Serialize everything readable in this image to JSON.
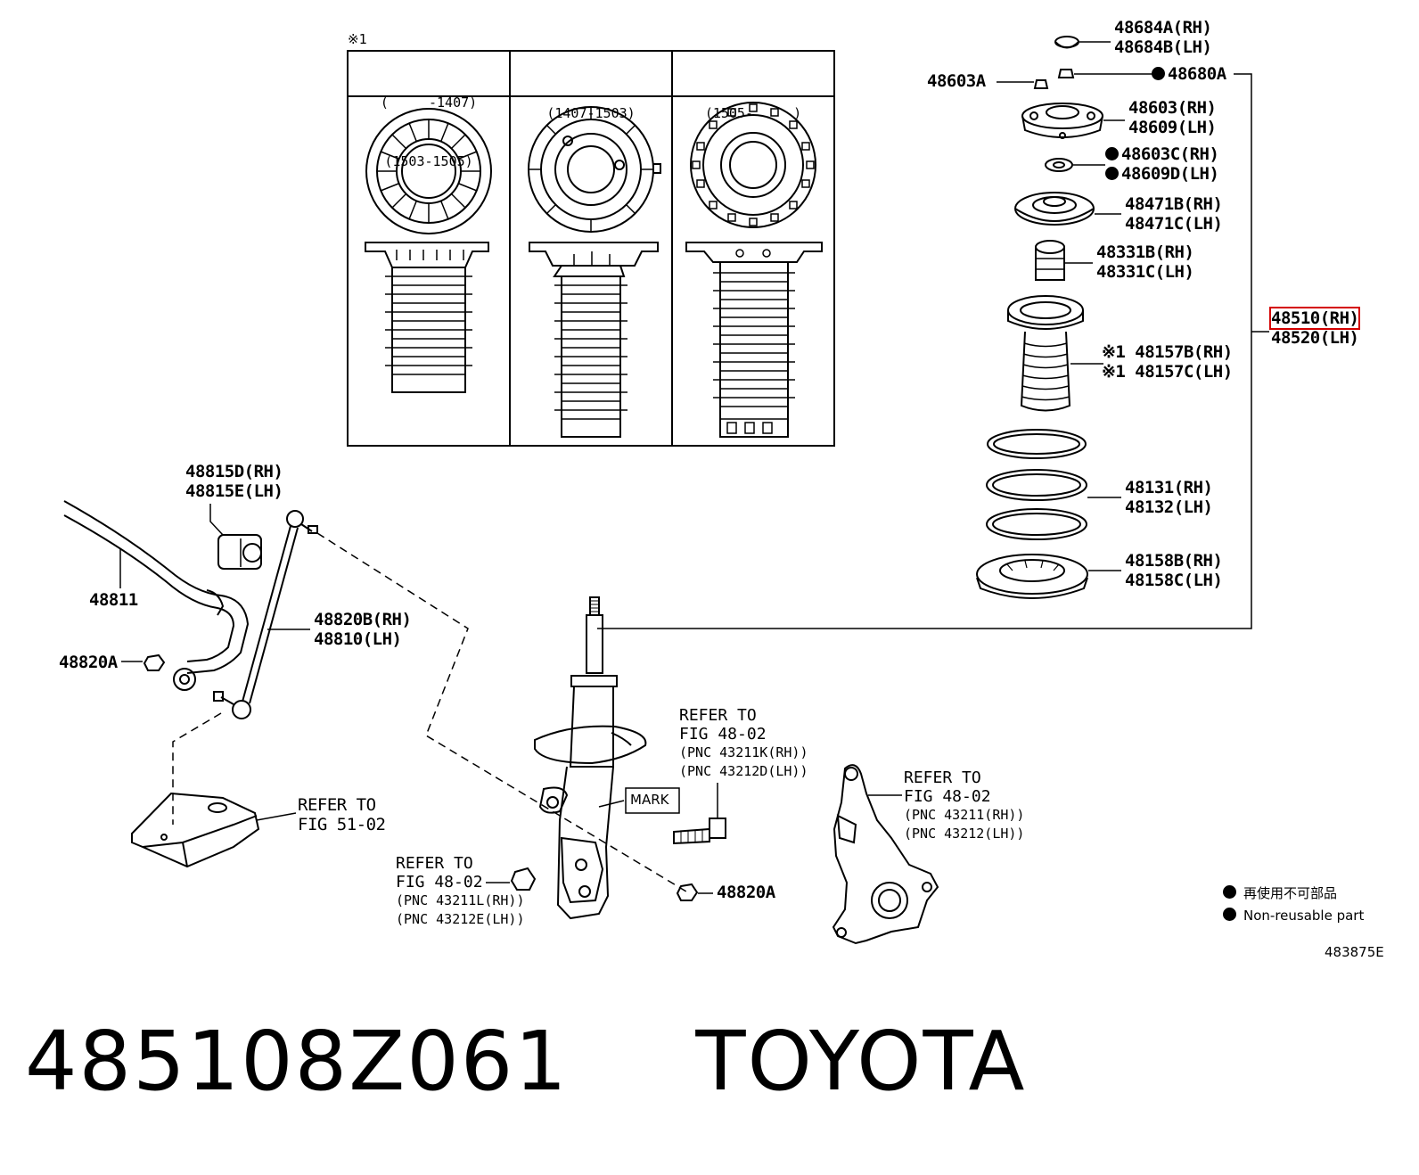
{
  "inset": {
    "note_mark": "※1",
    "columns": [
      {
        "line1": "(     -1407)",
        "line2": "(1503-1505)"
      },
      {
        "line1": "(1407-1503)",
        "line2": ""
      },
      {
        "line1": "(1505-     )",
        "line2": ""
      }
    ]
  },
  "parts": {
    "p48684": {
      "a": "48684A(RH)",
      "b": "48684B(LH)"
    },
    "p48680": "48680A",
    "p48603a": "48603A",
    "p48603": {
      "a": "48603(RH)",
      "b": "48609(LH)"
    },
    "p48603c": {
      "a": "48603C(RH)",
      "b": "48609D(LH)"
    },
    "p48471": {
      "a": "48471B(RH)",
      "b": "48471C(LH)"
    },
    "p48331": {
      "a": "48331B(RH)",
      "b": "48331C(LH)"
    },
    "p48510": {
      "a": "48510(RH)",
      "b": "48520(LH)"
    },
    "p48157": {
      "a": "※1 48157B(RH)",
      "b": "※1 48157C(LH)"
    },
    "p48131": {
      "a": "48131(RH)",
      "b": "48132(LH)"
    },
    "p48158": {
      "a": "48158B(RH)",
      "b": "48158C(LH)"
    },
    "p48815": {
      "a": "48815D(RH)",
      "b": "48815E(LH)"
    },
    "p48811": "48811",
    "p48820b": {
      "a": "48820B(RH)",
      "b": "48810(LH)"
    },
    "p48820a_left": "48820A",
    "p48820a_bottom": "48820A"
  },
  "refs": {
    "fig51": {
      "l1": "REFER TO",
      "l2": "FIG 51-02"
    },
    "fig48_top": {
      "l1": "REFER TO",
      "l2": "FIG 48-02",
      "l3": "(PNC 43211K(RH))",
      "l4": "(PNC 43212D(LH))"
    },
    "fig48_left": {
      "l1": "REFER TO",
      "l2": "FIG 48-02",
      "l3": "(PNC 43211L(RH))",
      "l4": "(PNC 43212E(LH))"
    },
    "fig48_knuckle": {
      "l1": "REFER TO",
      "l2": "FIG 48-02",
      "l3": "(PNC 43211(RH))",
      "l4": "(PNC 43212(LH))"
    },
    "mark": "MARK"
  },
  "legend": {
    "line1": "再使用不可部品",
    "line2": "Non-reusable part"
  },
  "figure_code": "483875E",
  "footer": {
    "part_number": "485108Z061",
    "brand": "TOYOTA"
  },
  "colors": {
    "line": "#000000",
    "highlight": "#d40000",
    "background": "#ffffff"
  }
}
